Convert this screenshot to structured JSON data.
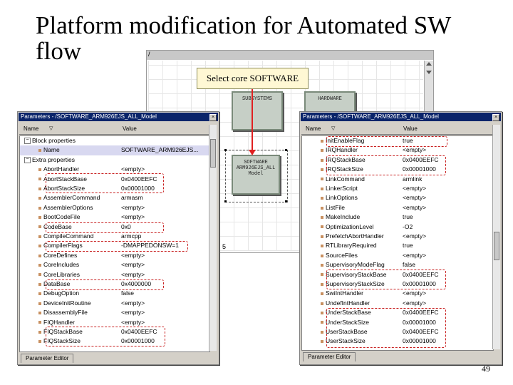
{
  "slide": {
    "title": "Platform modification for Automated SW flow",
    "page_number": "49"
  },
  "diagram": {
    "window_title": "/",
    "callout": "Select core SOFTWARE",
    "blocks": {
      "subsystems": "SUBSYSTEMS",
      "hardware": "HARDWARE",
      "software": "SOFTWARE ARM926EJS_ALL Model"
    },
    "side_number": "5"
  },
  "left_panel": {
    "title": "Parameters - /SOFTWARE_ARM926EJS_ALL_Model",
    "col_name": "Name",
    "col_value": "Value",
    "footer_tab": "Parameter Editor",
    "rows": [
      {
        "name": "Block properties",
        "value": "",
        "kind": "group"
      },
      {
        "name": "Name",
        "value": "SOFTWARE_ARM926EJS...",
        "kind": "item",
        "selected": true
      },
      {
        "name": "Extra properties",
        "value": "",
        "kind": "group"
      },
      {
        "name": "AbortHandler",
        "value": "<empty>",
        "kind": "item"
      },
      {
        "name": "AbortStackBase",
        "value": "0x0400EEFC",
        "kind": "item"
      },
      {
        "name": "AbortStackSize",
        "value": "0x00001000",
        "kind": "item"
      },
      {
        "name": "AssemblerCommand",
        "value": "armasm",
        "kind": "item"
      },
      {
        "name": "AssemblerOptions",
        "value": "<empty>",
        "kind": "item"
      },
      {
        "name": "BootCodeFile",
        "value": "<empty>",
        "kind": "item"
      },
      {
        "name": "CodeBase",
        "value": "0x0",
        "kind": "item"
      },
      {
        "name": "CompileCommand",
        "value": "armcpp",
        "kind": "item"
      },
      {
        "name": "CompilerFlags",
        "value": "-DMAPPEDONSW=1",
        "kind": "item"
      },
      {
        "name": "CoreDefines",
        "value": "<empty>",
        "kind": "item"
      },
      {
        "name": "CoreIncludes",
        "value": "<empty>",
        "kind": "item"
      },
      {
        "name": "CoreLibraries",
        "value": "<empty>",
        "kind": "item"
      },
      {
        "name": "DataBase",
        "value": "0x4000000",
        "kind": "item"
      },
      {
        "name": "DebugOption",
        "value": "false",
        "kind": "item"
      },
      {
        "name": "DeviceInitRoutine",
        "value": "<empty>",
        "kind": "item"
      },
      {
        "name": "DisassemblyFile",
        "value": "<empty>",
        "kind": "item"
      },
      {
        "name": "FIQHandler",
        "value": "<empty>",
        "kind": "item"
      },
      {
        "name": "FIQStackBase",
        "value": "0x0400EEFC",
        "kind": "item"
      },
      {
        "name": "FIQStackSize",
        "value": "0x00001000",
        "kind": "item"
      }
    ]
  },
  "right_panel": {
    "title": "Parameters - /SOFTWARE_ARM926EJS_ALL_Model",
    "col_name": "Name",
    "col_value": "Value",
    "footer_tab": "Parameter Editor",
    "rows": [
      {
        "name": "InitEnableFlag",
        "value": "true"
      },
      {
        "name": "IRQHandler",
        "value": "<empty>"
      },
      {
        "name": "IRQStackBase",
        "value": "0x0400EEFC"
      },
      {
        "name": "IRQStackSize",
        "value": "0x00001000"
      },
      {
        "name": "LinkCommand",
        "value": "armlink"
      },
      {
        "name": "LinkerScript",
        "value": "<empty>"
      },
      {
        "name": "LinkOptions",
        "value": "<empty>"
      },
      {
        "name": "ListFile",
        "value": "<empty>"
      },
      {
        "name": "MakeInclude",
        "value": "true"
      },
      {
        "name": "OptimizationLevel",
        "value": "-O2"
      },
      {
        "name": "PrefetchAbortHandler",
        "value": "<empty>"
      },
      {
        "name": "RTLibraryRequired",
        "value": "true"
      },
      {
        "name": "SourceFiles",
        "value": "<empty>"
      },
      {
        "name": "SupervisoryModeFlag",
        "value": "false"
      },
      {
        "name": "SupervisoryStackBase",
        "value": "0x0400EEFC"
      },
      {
        "name": "SupervisoryStackSize",
        "value": "0x00001000"
      },
      {
        "name": "SwiIntHandler",
        "value": "<empty>"
      },
      {
        "name": "UndefIntHandler",
        "value": "<empty>"
      },
      {
        "name": "UnderStackBase",
        "value": "0x0400EEFC"
      },
      {
        "name": "UnderStackSize",
        "value": "0x00001000"
      },
      {
        "name": "UserStackBase",
        "value": "0x0400EEFC"
      },
      {
        "name": "UserStackSize",
        "value": "0x00001000"
      }
    ]
  },
  "colors": {
    "highlight_dash": "#c82020",
    "arrow": "#e02020",
    "callout_bg": "#fff8d4",
    "block_fill": "#c6cfc6",
    "title_bar": "#0a246a"
  }
}
